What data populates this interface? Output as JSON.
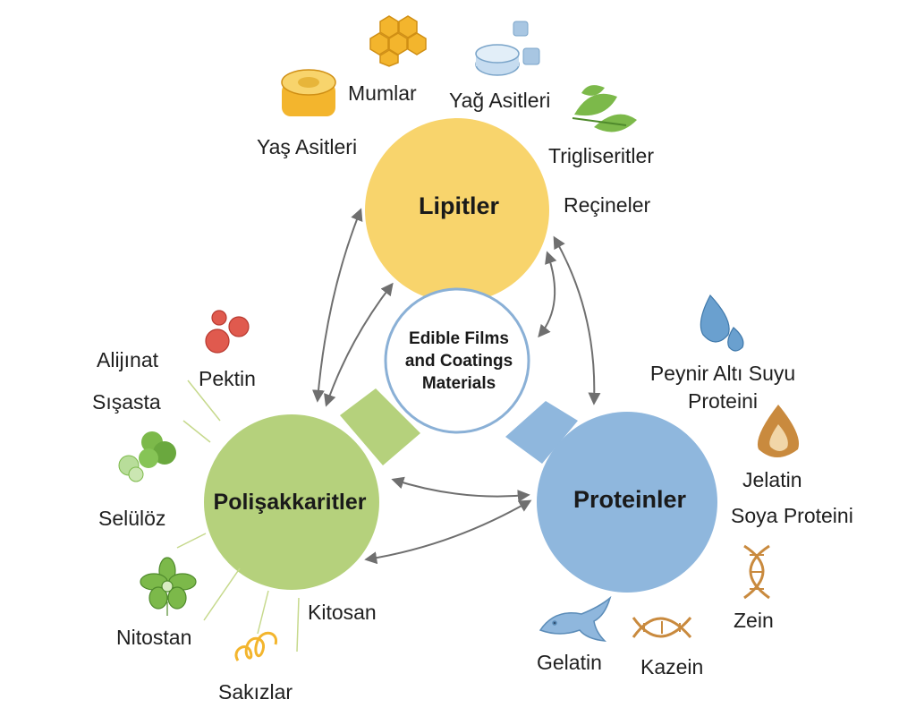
{
  "center": {
    "lines": [
      "Edible Films",
      "and Coatings",
      "Materials"
    ]
  },
  "hubs": {
    "lipids": {
      "title": "Lipitler",
      "color": "#f8d46c"
    },
    "polysaccharides": {
      "title": "Polişakkaritler",
      "color": "#b5d17c"
    },
    "proteins": {
      "title": "Proteinler",
      "color": "#8fb7dd"
    }
  },
  "lipid_items": [
    "Mumlar",
    "Yağ Asitleri",
    "Yaş Asitleri",
    "Trigliseritler",
    "Reçineler"
  ],
  "polysaccharide_items": [
    "Alijınat",
    "Pektin",
    "Sışasta",
    "Selülöz",
    "Nitostan",
    "Sakızlar",
    "Kitosan"
  ],
  "protein_items": [
    "Peynir Altı Suyu",
    "Proteini",
    "Jelatin",
    "Soya Proteini",
    "Zein",
    "Gelatin",
    "Kazein"
  ],
  "icons": [
    "honeycomb-icon",
    "wax-block-icon",
    "crystals-icon",
    "leaves-icon",
    "berries-icon",
    "cell-cluster-icon",
    "flower-icon",
    "coil-icon",
    "droplet-icon",
    "oil-drop-icon",
    "dna-icon",
    "fish-icon"
  ],
  "colors": {
    "arrow": "#6f6f6f",
    "center_ring": "#8ab0d6",
    "honey": "#f3b52d",
    "leaf": "#7cb94a",
    "red": "#e05a4e",
    "blue": "#6aa0cf",
    "brown": "#c98a3e"
  }
}
